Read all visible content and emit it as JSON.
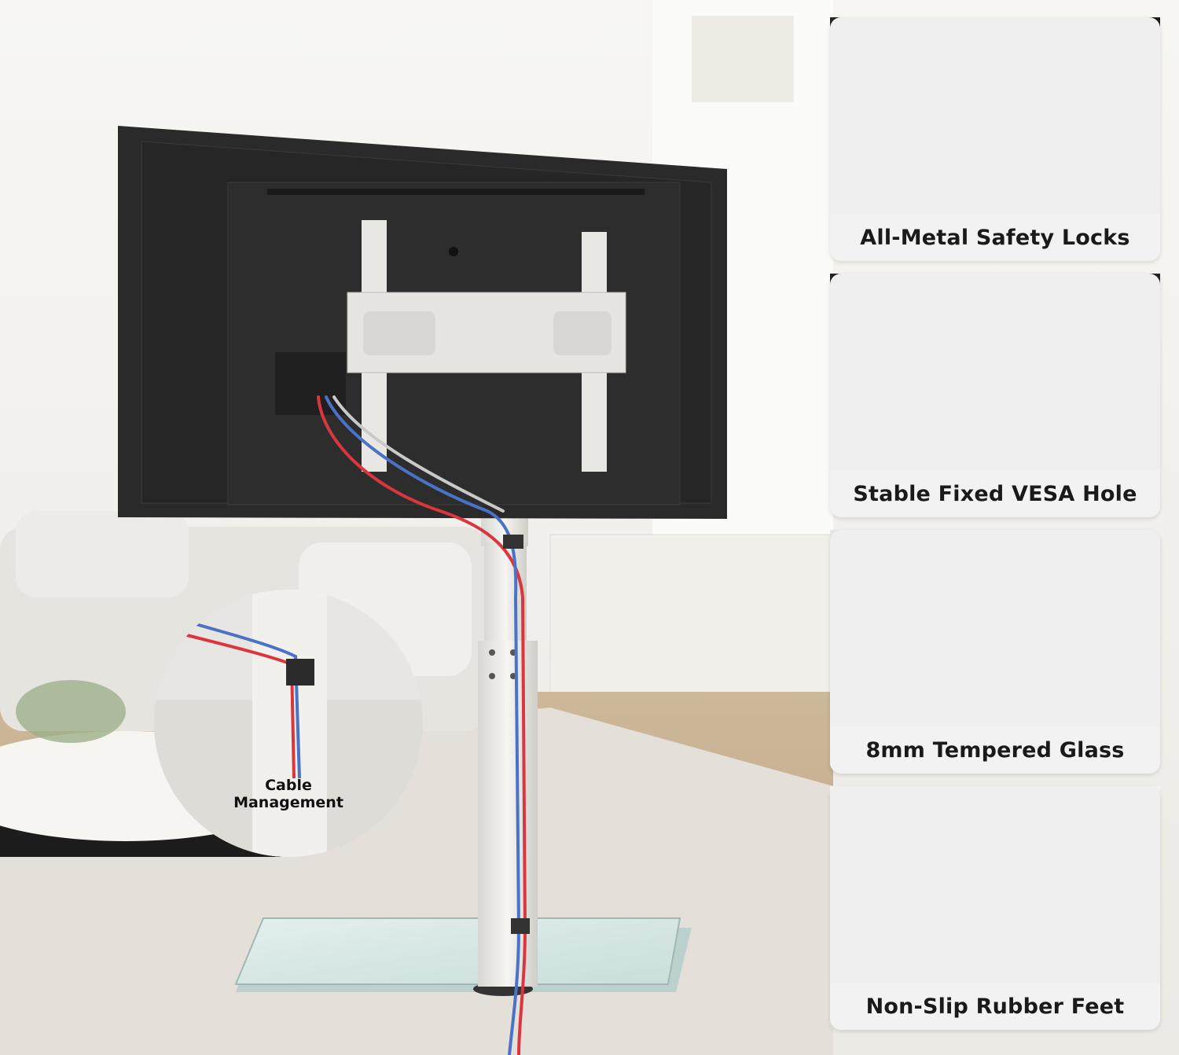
{
  "features": [
    {
      "label": "All-Metal Safety Locks",
      "icon": "safety-lock-closeup"
    },
    {
      "label": "Stable Fixed VESA Hole",
      "icon": "vesa-bracket-closeup"
    },
    {
      "label": "8mm Tempered Glass",
      "icon": "glass-base-closeup"
    },
    {
      "label": "Non-Slip Rubber Feet",
      "icon": "rubber-foot-closeup"
    }
  ],
  "cable_badge": {
    "line1": "Cable",
    "line2": "Management"
  },
  "colors": {
    "cable_red": "#d9363e",
    "cable_blue": "#4a72c6",
    "glass": "#d8e8e6",
    "stand_white": "#ecebe8",
    "tv_back": "#2a2a2a"
  }
}
